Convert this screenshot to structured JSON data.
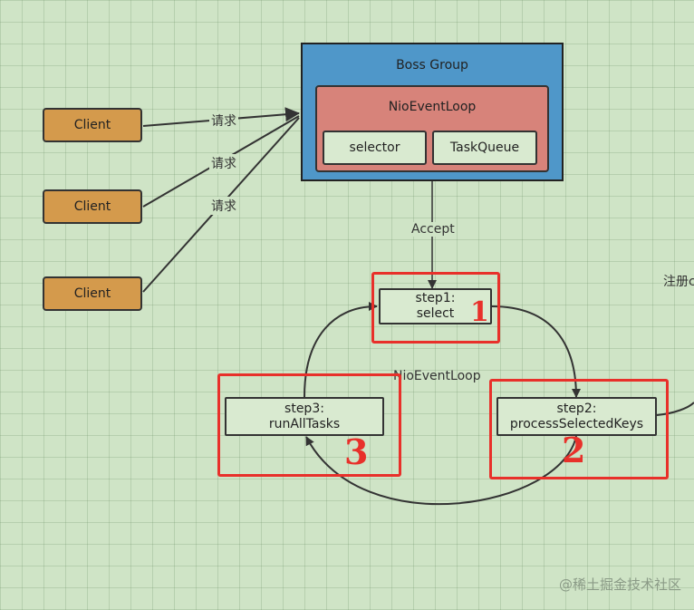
{
  "clients": [
    "Client",
    "Client",
    "Client"
  ],
  "request_labels": [
    "请求",
    "请求",
    "请求"
  ],
  "boss_group": {
    "title": "Boss Group",
    "event_loop": "NioEventLoop",
    "selector": "selector",
    "task_queue": "TaskQueue"
  },
  "accept_label": "Accept",
  "loop_label": "NioEventLoop",
  "register_label": "注册c",
  "steps": {
    "step1": {
      "line1": "step1:",
      "line2": "select"
    },
    "step2": {
      "line1": "step2:",
      "line2": "processSelectedKeys"
    },
    "step3": {
      "line1": "step3:",
      "line2": "runAllTasks"
    }
  },
  "annotations": [
    "1",
    "2",
    "3"
  ],
  "colors": {
    "background": "#cfe4c6",
    "client": "#d49a4c",
    "boss_group": "#4f97c9",
    "event_loop": "#d7837a",
    "inner_box": "#d9ead0",
    "highlight": "#e8302a"
  },
  "watermark": "@稀土掘金技术社区"
}
